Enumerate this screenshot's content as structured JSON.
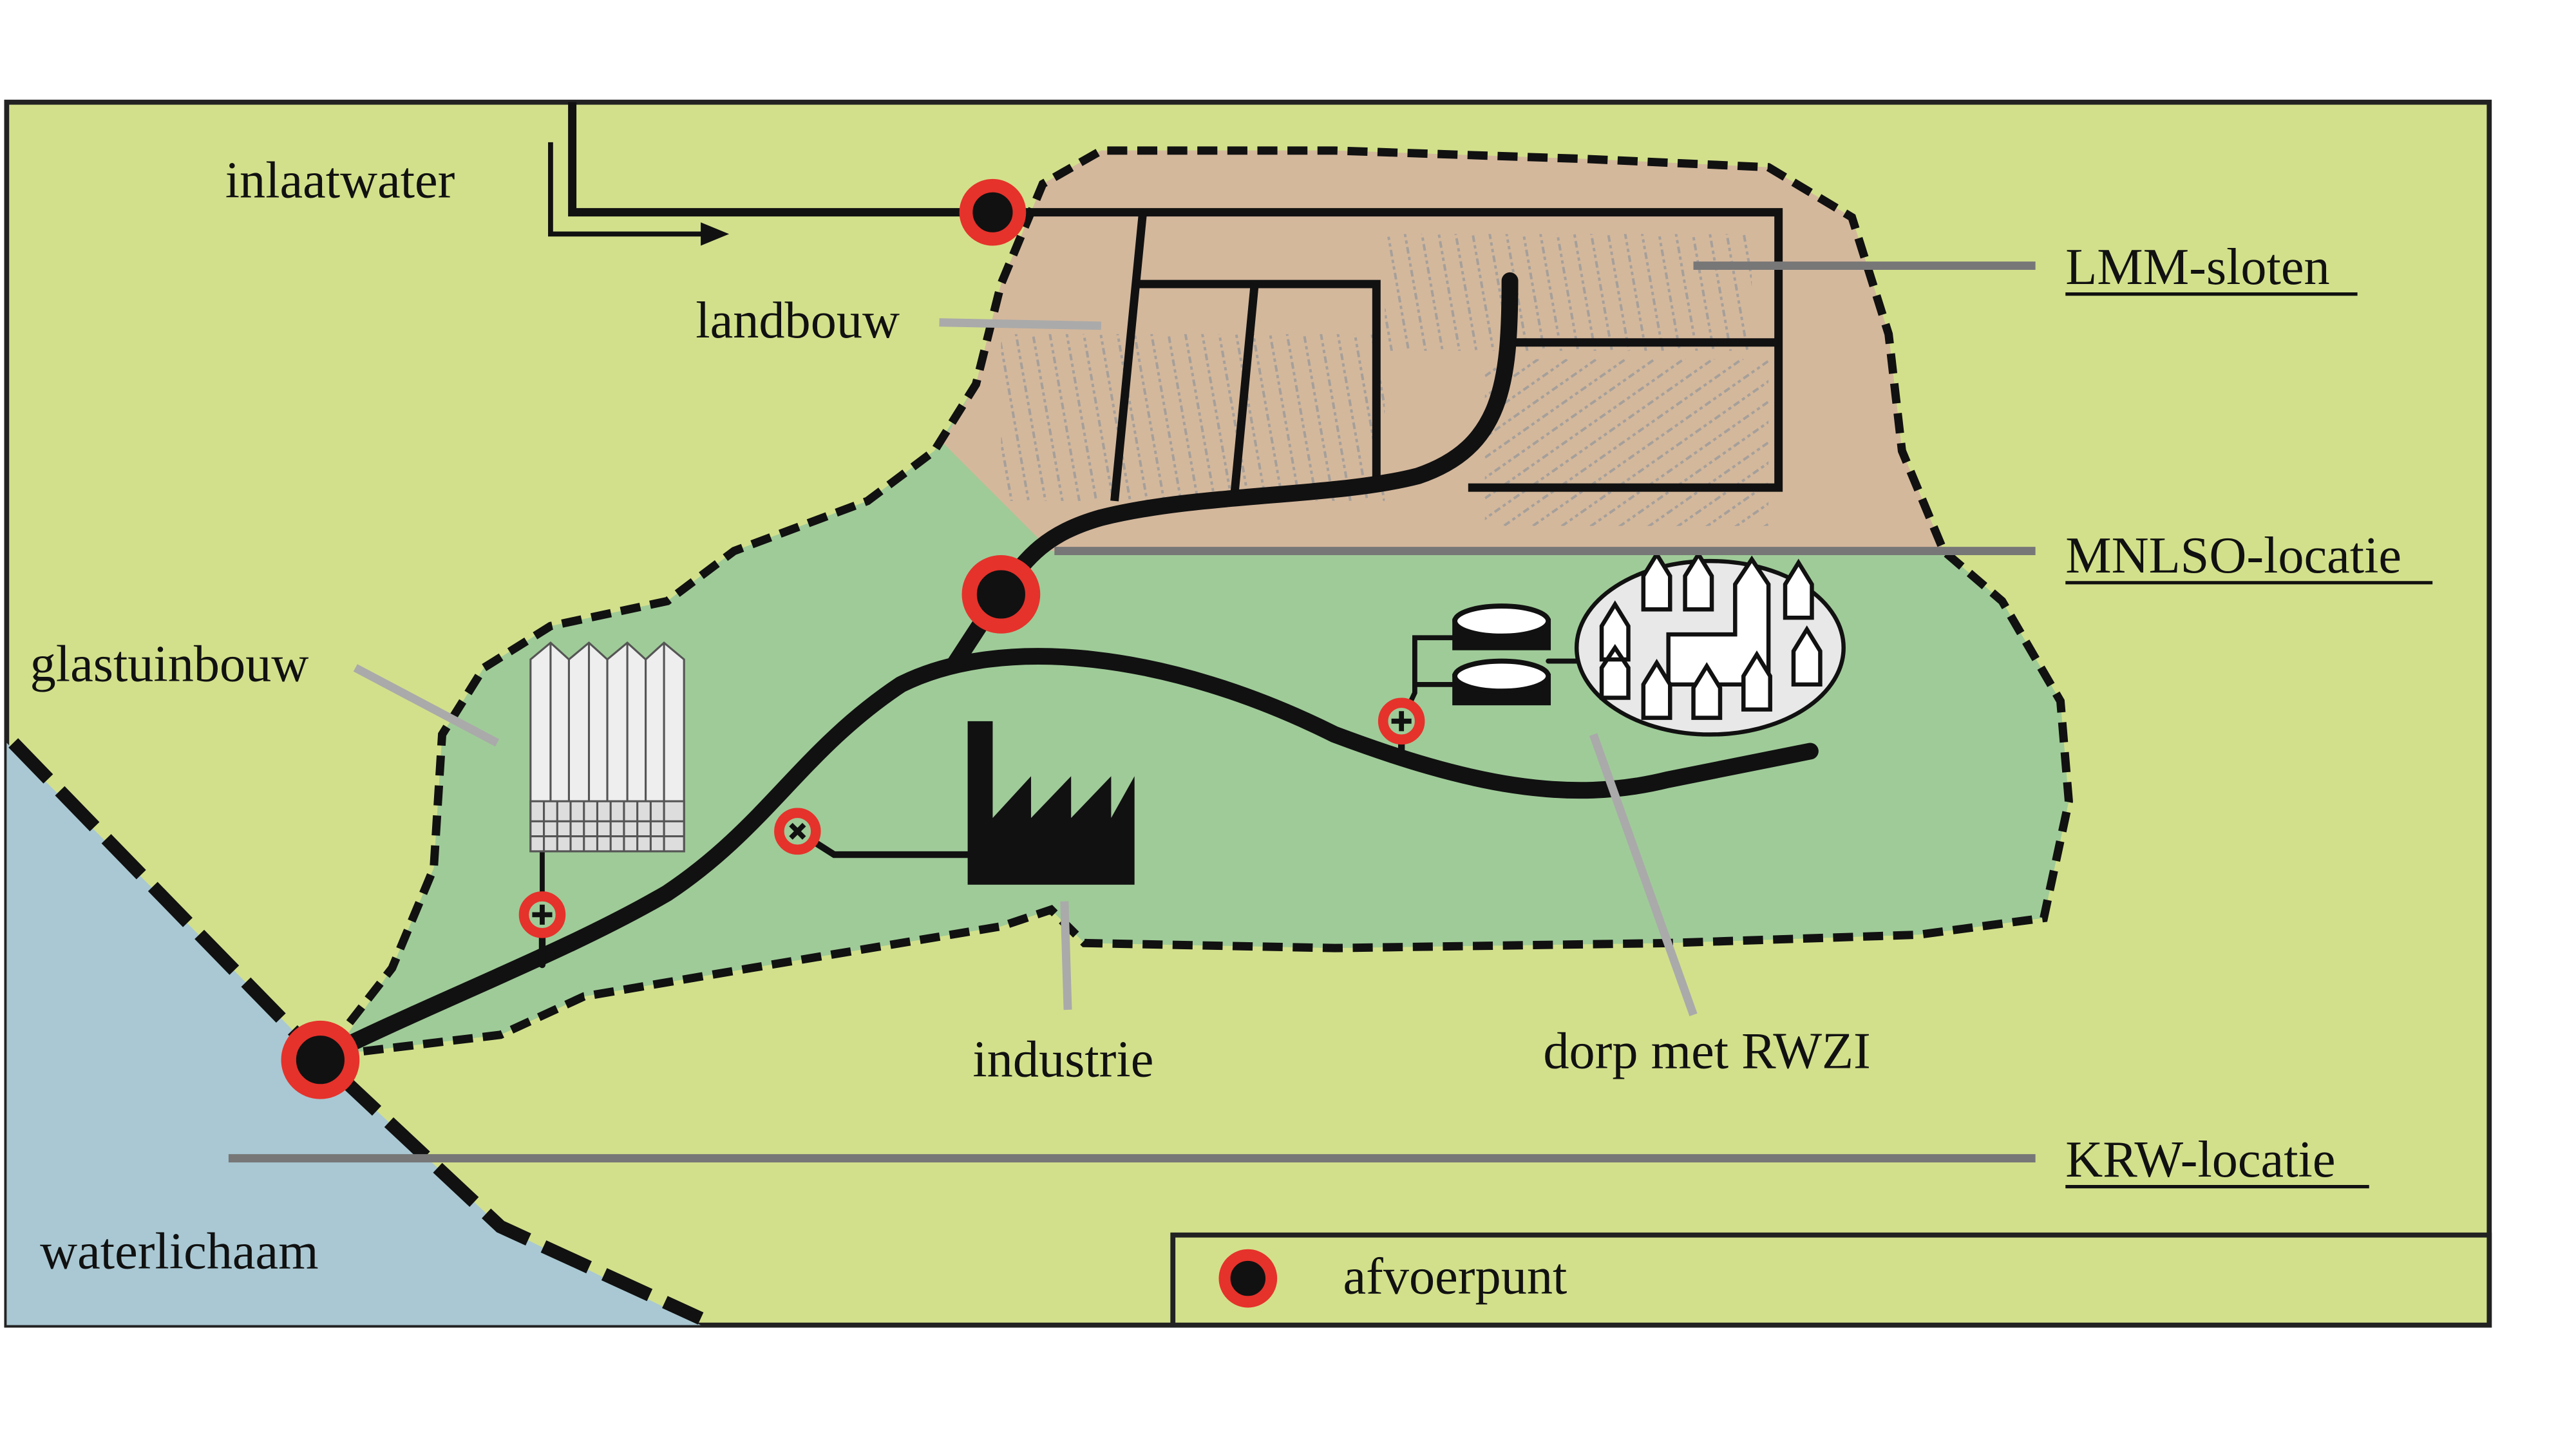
{
  "labels": {
    "inlet_water": "inlaatwater",
    "agriculture": "landbouw",
    "greenhouse": "glastuinbouw",
    "industry": "industrie",
    "village": "dorp met RWZI",
    "water_body": "waterlichaam",
    "lmm": "LMM-sloten",
    "mnlso": "MNLSO-locatie",
    "krw": "KRW-locatie"
  },
  "legend": {
    "outlet": "afvoerpunt"
  },
  "colors": {
    "land": "#d3e08b",
    "catchment": "#9fcb98",
    "agriculture": "#d4b89c",
    "water": "#a9c8d3",
    "outlet": "#e5322b"
  }
}
